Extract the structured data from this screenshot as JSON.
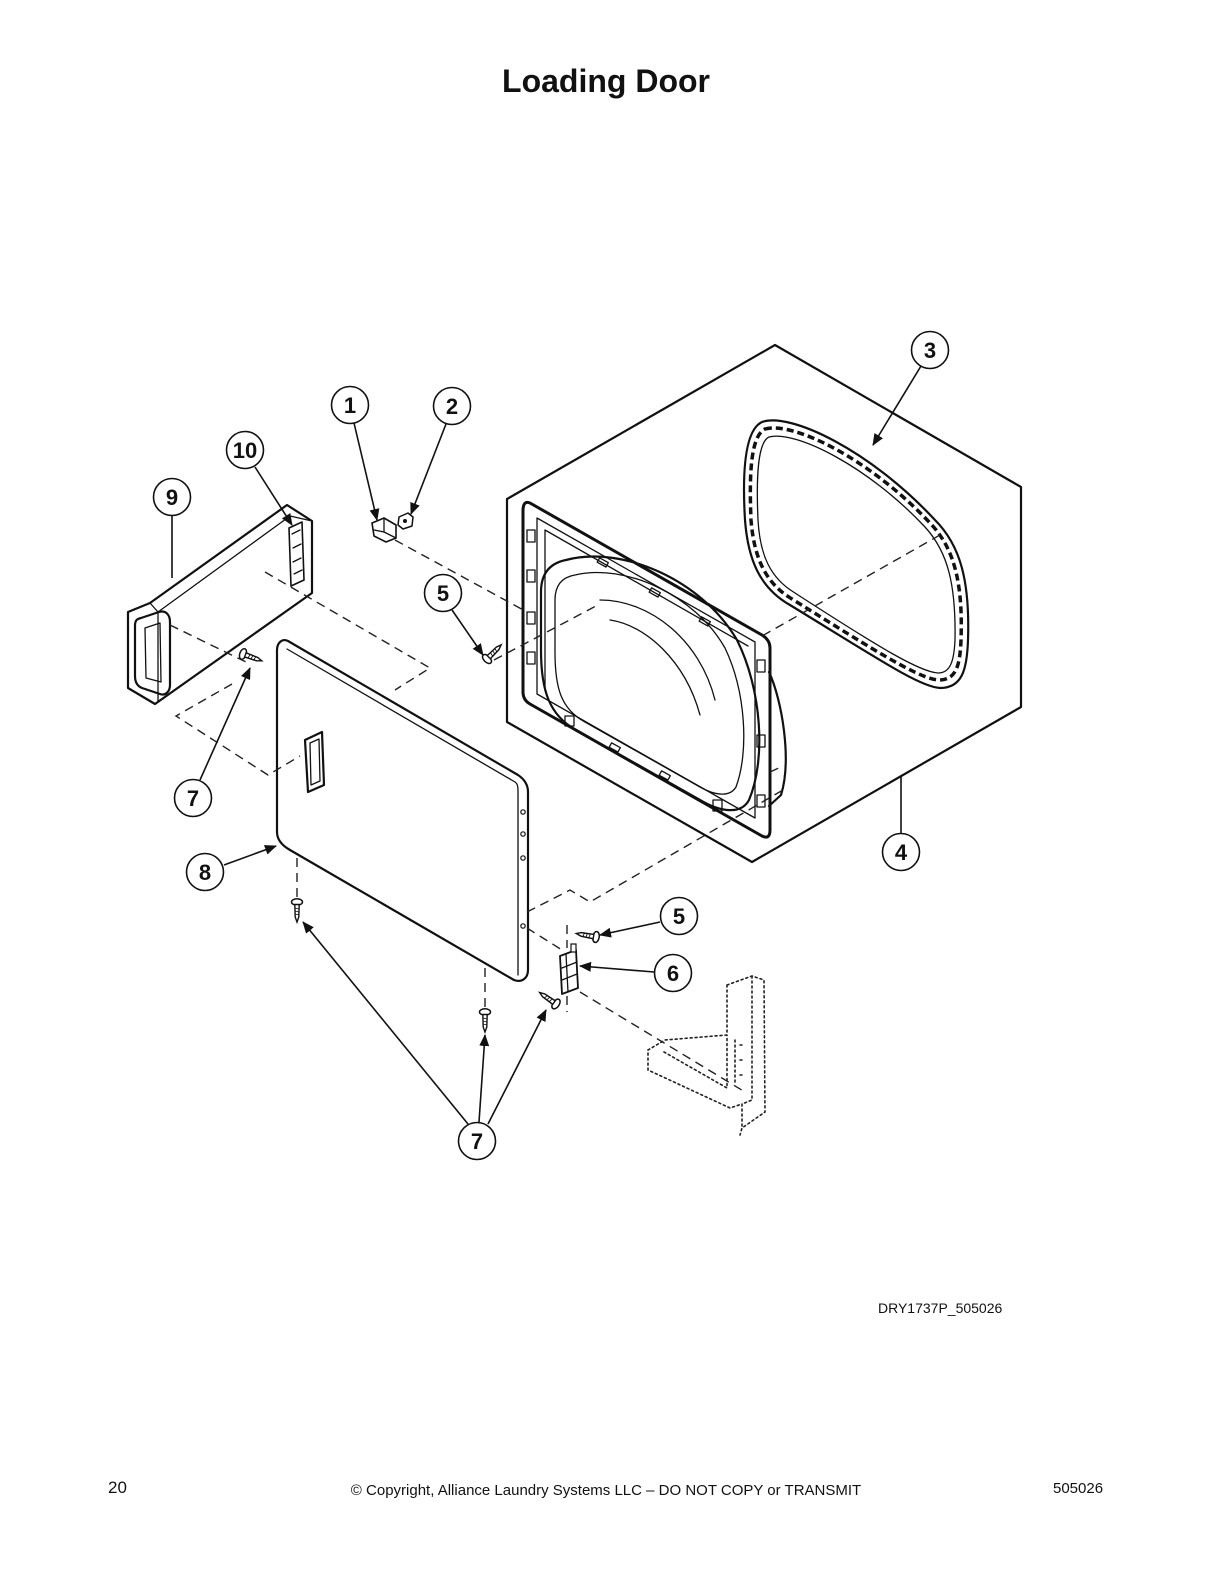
{
  "page": {
    "title": "Loading Door",
    "drawing_id": "DRY1737P_505026"
  },
  "callouts": [
    {
      "label": "1"
    },
    {
      "label": "2"
    },
    {
      "label": "3"
    },
    {
      "label": "4"
    },
    {
      "label": "5"
    },
    {
      "label": "5"
    },
    {
      "label": "6"
    },
    {
      "label": "7"
    },
    {
      "label": "7"
    },
    {
      "label": "8"
    },
    {
      "label": "9"
    },
    {
      "label": "10"
    }
  ],
  "footer": {
    "page_number": "20",
    "copyright": "© Copyright, Alliance Laundry Systems LLC – DO NOT COPY or TRANSMIT",
    "doc_number": "505026"
  }
}
